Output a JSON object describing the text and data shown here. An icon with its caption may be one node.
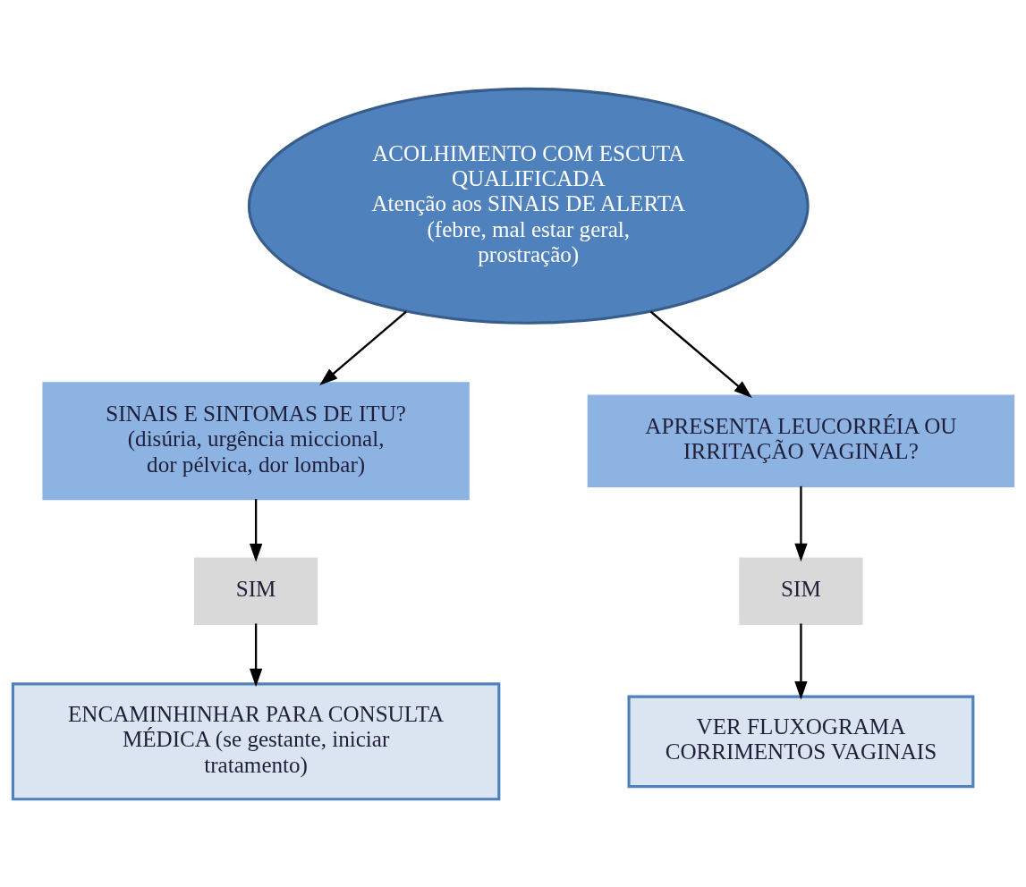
{
  "diagram": {
    "nodes": [
      {
        "text": [
          "ACOLHIMENTO COM ESCUTA QUALIFICADA",
          "Atenção aos SINAIS DE ALERTA (febre, mal estar geral, prostração)"
        ]
      },
      {
        "text": [
          "SINAIS E SINTOMAS DE ITU? (disúria, urgência miccional, dor pélvica, dor lombar)"
        ]
      },
      {
        "text": [
          "APRESENTA LEUCORRÉIA OU IRRITAÇÃO VAGINAL?"
        ]
      },
      {
        "text": [
          "SIM"
        ]
      },
      {
        "text": [
          "SIM"
        ]
      },
      {
        "text": [
          "ENCAMINHINHAR PARA CONSULTA MÉDICA (se gestante, iniciar tratamento)"
        ]
      },
      {
        "text": [
          "VER FLUXOGRAMA CORRIMENTOS VAGINAIS"
        ]
      }
    ],
    "edges": [
      {
        "from": 0,
        "to": 1,
        "arrow": "to"
      },
      {
        "from": 0,
        "to": 2,
        "arrow": "to"
      },
      {
        "from": 1,
        "to": 3,
        "arrow": "to"
      },
      {
        "from": 3,
        "to": 5,
        "arrow": "to"
      },
      {
        "from": 2,
        "to": 4,
        "arrow": "to"
      },
      {
        "from": 4,
        "to": 6,
        "arrow": "to"
      }
    ]
  }
}
